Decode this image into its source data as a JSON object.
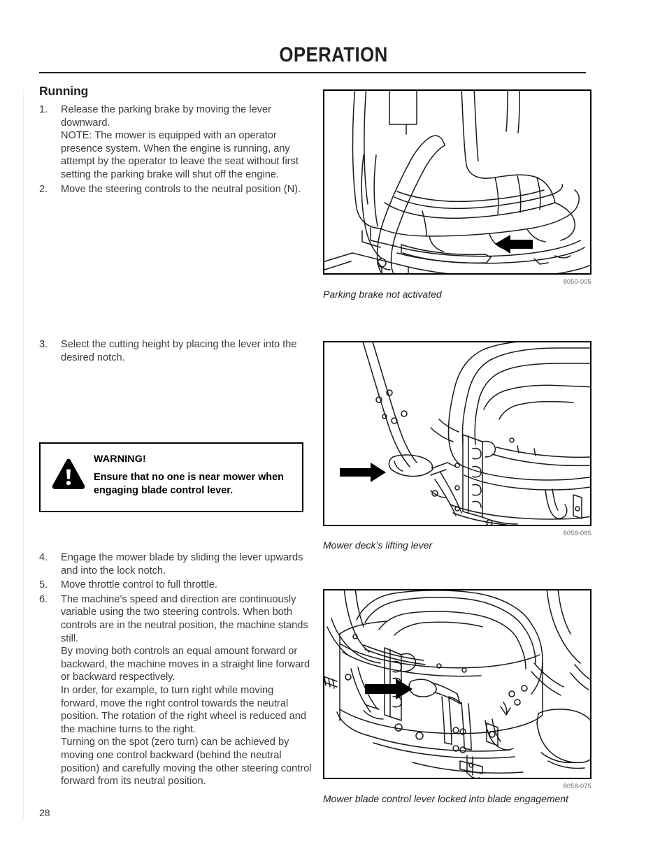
{
  "header": {
    "title": "OPERATION"
  },
  "section": {
    "heading": "Running"
  },
  "steps_group_1": [
    {
      "num": "1.",
      "text": "Release the parking brake by moving the lever downward.\nNOTE: The mower is equipped with an operator presence system. When the engine is running, any attempt by the operator to leave the seat without first setting the parking brake will shut off the engine."
    },
    {
      "num": "2.",
      "text": "Move the steering controls to the neutral position (N)."
    }
  ],
  "steps_group_2": [
    {
      "num": "3.",
      "text": "Select the cutting height by placing the lever into the desired notch."
    }
  ],
  "steps_group_3": [
    {
      "num": "4.",
      "text": "Engage the mower blade by sliding the lever upwards and into the lock notch."
    },
    {
      "num": "5.",
      "text": "Move throttle control to full throttle."
    },
    {
      "num": "6.",
      "text": "The machine’s speed and direction are continuously variable using the two steering controls. When both controls are in the neutral position, the machine stands still.\nBy moving both controls an equal amount forward or backward, the machine moves in a straight line forward or backward respectively.\nIn order, for example, to turn right while moving forward, move the right control towards the neutral position. The rotation of the right wheel is reduced and the machine turns to the right.\nTurning on the spot (zero turn) can be achieved by moving one control backward (behind the neutral position) and carefully moving the other steering control forward from its neutral position."
    }
  ],
  "warning": {
    "title": "WARNING!",
    "body": "Ensure that no one is near mower when engaging blade control lever.",
    "icon": "warning-triangle-icon"
  },
  "figures": [
    {
      "ref": "8050-005",
      "caption": "Parking brake not activated",
      "alt": "mower-seat-parking-brake-lever-illustration"
    },
    {
      "ref": "8058-085",
      "caption": "Mower deck’s lifting lever",
      "alt": "mower-deck-lifting-lever-illustration"
    },
    {
      "ref": "8058-075",
      "caption": "Mower blade control lever locked into blade engagement",
      "alt": "mower-blade-control-lever-illustration"
    }
  ],
  "footer": {
    "page_number": "28"
  },
  "colors": {
    "text": "#3b3b3b",
    "heading": "#231f20",
    "line_art": "#1a1a1a",
    "ref_text": "#6a6a6a"
  }
}
